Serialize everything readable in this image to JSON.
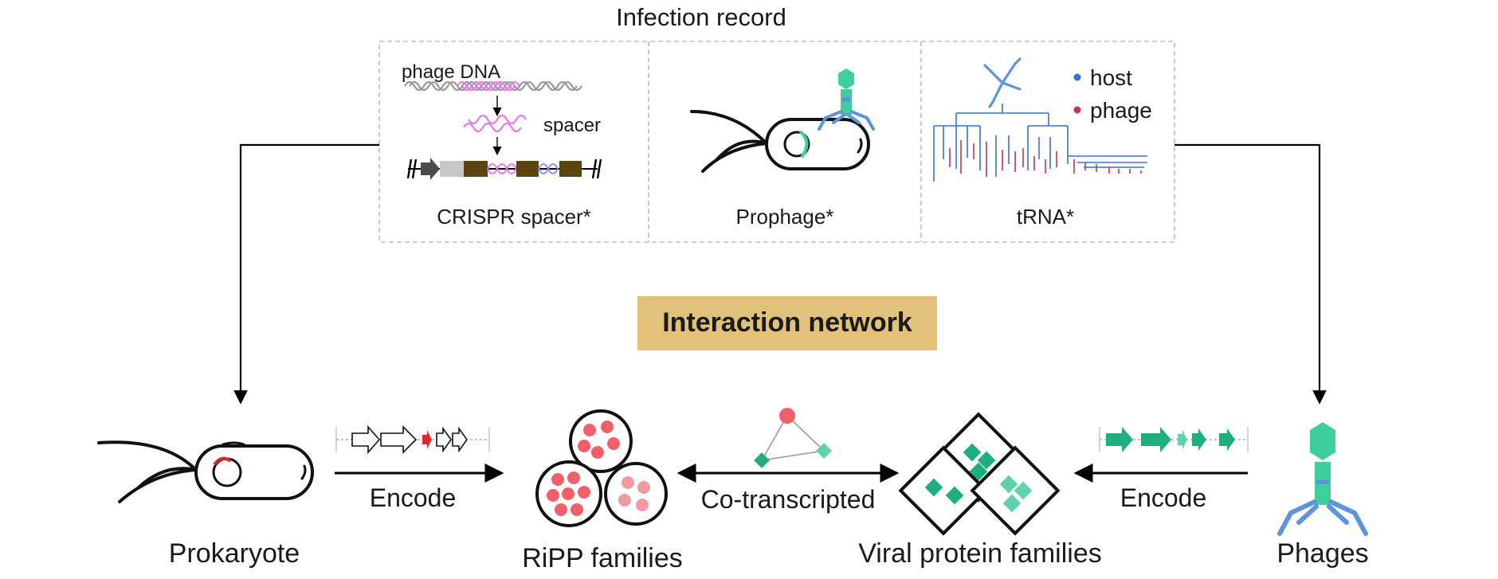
{
  "infection_record": {
    "title": "Infection record",
    "panels": [
      {
        "name": "crispr",
        "caption": "CRISPR spacer*",
        "phage_dna_label": "phage DNA",
        "spacer_label": "spacer"
      },
      {
        "name": "prophage",
        "caption": "Prophage*"
      },
      {
        "name": "trna",
        "caption": "tRNA*",
        "legend": [
          {
            "label": "host",
            "color": "#3b6fd8"
          },
          {
            "label": "phage",
            "color": "#c8325c"
          }
        ]
      }
    ]
  },
  "interaction_network": {
    "label": "Interaction network",
    "color": "#e2c27a"
  },
  "nodes": {
    "prokaryote": "Prokaryote",
    "ripp": "RiPP families",
    "viral": "Viral protein families",
    "phages": "Phages"
  },
  "edges": {
    "encode_left": "Encode",
    "cotranscripted": "Co-transcripted",
    "encode_right": "Encode"
  },
  "colors": {
    "ripp_red": "#f0606a",
    "ripp_pink": "#f39aa0",
    "viral_green": "#1fae7f",
    "viral_light": "#5fd2ad",
    "phage_green": "#3fcf9c",
    "phage_blue": "#5b95dc",
    "crispr_pink": "#e67be6",
    "crispr_blue": "#8f8ff0",
    "crispr_brown": "#5b4410"
  }
}
